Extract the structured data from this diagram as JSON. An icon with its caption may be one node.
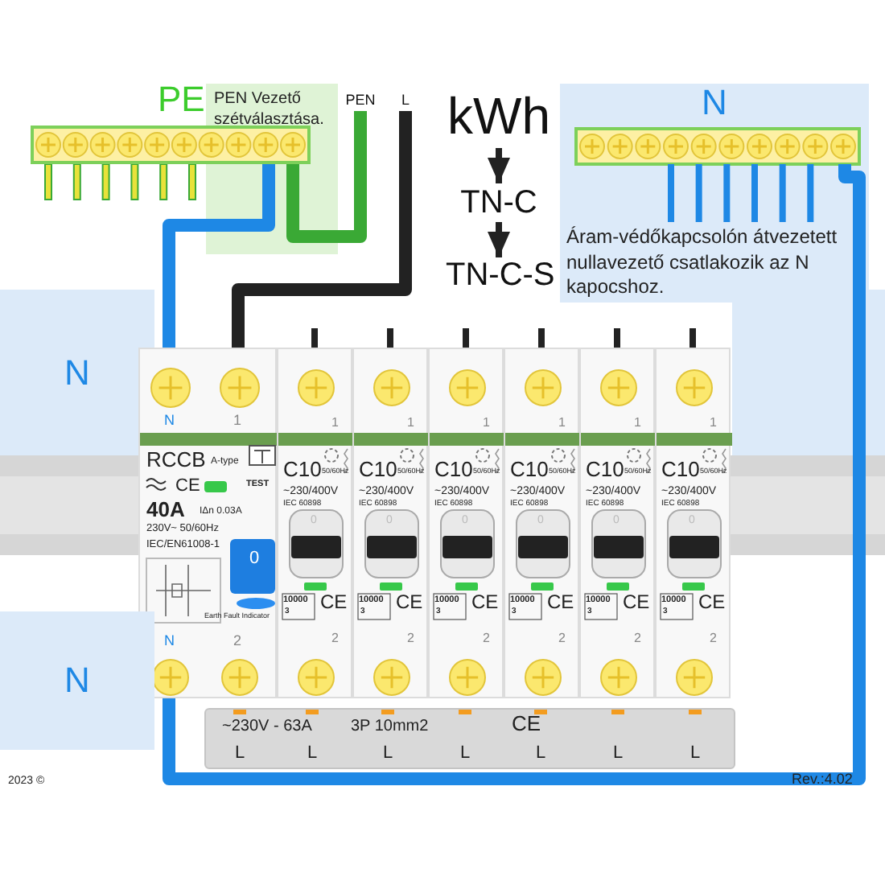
{
  "diagram": {
    "nodes": [
      {
        "text": [
          "PE"
        ]
      },
      {
        "text": [
          "PEN Vezető szétválasztása."
        ]
      },
      {
        "text": [
          "PEN"
        ]
      },
      {
        "text": [
          "L"
        ]
      },
      {
        "text": [
          "kWh"
        ]
      },
      {
        "text": [
          "N",
          "Áram-védőkapcsolón átvezetett nullavezető csatlakozik az N kapocshoz."
        ]
      },
      {
        "text": [
          "TN-C"
        ]
      },
      {
        "text": [
          "TN-C-S"
        ]
      },
      {
        "text": [
          "N"
        ]
      },
      {
        "text": [
          "N",
          "1",
          "RCCB",
          "A-type",
          "TEST",
          "CE",
          "40A",
          "IΔn 0.03A",
          "230V~ 50/60Hz",
          "IEC/EN61008-1",
          "0",
          "Earth Fault Indicator",
          "N",
          "2"
        ]
      },
      {
        "text": [
          "1",
          "C10",
          "50/60Hz",
          "~230/400V",
          "IEC 60898",
          "0",
          "10000",
          "3",
          "CE",
          "2"
        ]
      },
      {
        "text": [
          "1",
          "C10",
          "50/60Hz",
          "~230/400V",
          "IEC 60898",
          "0",
          "10000",
          "3",
          "CE",
          "2"
        ]
      },
      {
        "text": [
          "1",
          "C10",
          "50/60Hz",
          "~230/400V",
          "IEC 60898",
          "0",
          "10000",
          "3",
          "CE",
          "2"
        ]
      },
      {
        "text": [
          "1",
          "C10",
          "50/60Hz",
          "~230/400V",
          "IEC 60898",
          "0",
          "10000",
          "3",
          "CE",
          "2"
        ]
      },
      {
        "text": [
          "1",
          "C10",
          "50/60Hz",
          "~230/400V",
          "IEC 60898",
          "0",
          "10000",
          "3",
          "CE",
          "2"
        ]
      },
      {
        "text": [
          "1",
          "C10",
          "50/60Hz",
          "~230/400V",
          "IEC 60898",
          "0",
          "10000",
          "3",
          "CE",
          "2"
        ]
      },
      {
        "text": [
          "N"
        ]
      },
      {
        "text": [
          "~230V - 63A",
          "3P 10mm2",
          "CE",
          "L",
          "L",
          "L",
          "L",
          "L",
          "L",
          "L"
        ]
      }
    ],
    "edges": [
      {
        "from": 2,
        "to": 0,
        "arrow": "none",
        "style": "thick",
        "color": "#3aa935"
      },
      {
        "from": 0,
        "to": 9,
        "arrow": "none",
        "style": "thick",
        "color": "#1e88e5"
      },
      {
        "from": 3,
        "to": 9,
        "arrow": "none",
        "style": "thick"
      },
      {
        "from": 4,
        "to": 6,
        "arrow": "to"
      },
      {
        "from": 6,
        "to": 7,
        "arrow": "to"
      },
      {
        "from": null,
        "to": 10,
        "arrow": "none"
      },
      {
        "from": null,
        "to": 11,
        "arrow": "none"
      },
      {
        "from": null,
        "to": 12,
        "arrow": "none"
      },
      {
        "from": null,
        "to": 13,
        "arrow": "none"
      },
      {
        "from": null,
        "to": 14,
        "arrow": "none"
      },
      {
        "from": null,
        "to": 15,
        "arrow": "none"
      },
      {
        "from": 5,
        "to": 9,
        "arrow": "none",
        "style": "thick",
        "color": "#1e88e5"
      }
    ],
    "labels": [
      "2023 ©",
      "Rev.:4.02"
    ]
  }
}
